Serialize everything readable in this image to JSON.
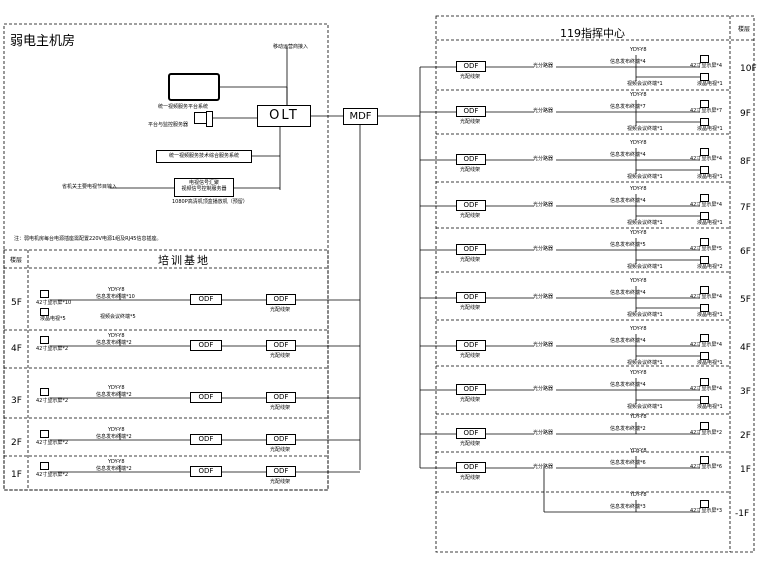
{
  "left_room": {
    "title": "弱电主机房",
    "olt_label": "OLT",
    "mdf_label": "MDF",
    "telecom_in": "移动运营商接入",
    "platform_label": "统一视频服务平台系统",
    "mgmt_label": "平台与监控服务器",
    "video_platform_label": "统一视频服务技术综合服务系统",
    "terminal_label1": "电视信号汇聚",
    "terminal_label2": "视频信号控制服务器",
    "terminal_label3": "1080P高清机顶盒播放机（预留）",
    "ext_in": "省机关主要电视节目输入",
    "note": "注：弱电机房每台电源插座需配置220V电源1组及RJ45信息插座。"
  },
  "training": {
    "title": "培训基地",
    "floor_header": "楼层",
    "odf": "ODF",
    "rows": [
      {
        "floor": "5F",
        "disp": "42寸显示屏*10",
        "player": "信息发布终端*10",
        "disp2": "液晶电视*5",
        "player2": "视频会议终端*5",
        "odf": "ODF",
        "odf2": "ODF",
        "box_label": "光配线架"
      },
      {
        "floor": "4F",
        "disp": "42寸显示屏*2",
        "player": "信息发布终端*2",
        "odf": "ODF",
        "odf2": "ODF",
        "box_label": "光配线架"
      },
      {
        "floor": "3F",
        "disp": "42寸显示屏*2",
        "player": "信息发布终端*2",
        "odf": "ODF",
        "odf2": "ODF",
        "box_label": "光配线架"
      },
      {
        "floor": "2F",
        "disp": "42寸显示屏*2",
        "player": "信息发布终端*2",
        "odf": "ODF",
        "odf2": "ODF",
        "box_label": "光配线架"
      },
      {
        "floor": "1F",
        "disp": "42寸显示屏*2",
        "player": "信息发布终端*2",
        "odf": "ODF",
        "odf2": "ODF",
        "box_label": "光配线架"
      }
    ]
  },
  "command": {
    "title": "119指挥中心",
    "floor_header": "楼层",
    "rows": [
      {
        "floor": "10F",
        "player": "信息发布终端*4",
        "disp": "42寸显示屏*4",
        "odf": "ODF",
        "pon": "光分路器",
        "box_label": "光配线架",
        "tv": "液晶电视*1",
        "conf": "视频会议终端*1"
      },
      {
        "floor": "9F",
        "player": "信息发布终端*7",
        "disp": "42寸显示屏*7",
        "odf": "ODF",
        "pon": "光分路器",
        "box_label": "光配线架",
        "tv": "液晶电视*1",
        "conf": "视频会议终端*1"
      },
      {
        "floor": "8F",
        "player": "信息发布终端*4",
        "disp": "42寸显示屏*4",
        "odf": "ODF",
        "pon": "光分路器",
        "box_label": "光配线架",
        "tv": "液晶电视*1",
        "conf": "视频会议终端*1"
      },
      {
        "floor": "7F",
        "player": "信息发布终端*4",
        "disp": "42寸显示屏*4",
        "odf": "ODF",
        "pon": "光分路器",
        "box_label": "光配线架",
        "tv": "液晶电视*1",
        "conf": "视频会议终端*1"
      },
      {
        "floor": "6F",
        "player": "信息发布终端*5",
        "disp": "42寸显示屏*5",
        "odf": "ODF",
        "pon": "光分路器",
        "box_label": "光配线架",
        "tv": "液晶电视*2",
        "conf": "视频会议终端*1"
      },
      {
        "floor": "5F",
        "player": "信息发布终端*4",
        "disp": "42寸显示屏*4",
        "odf": "ODF",
        "pon": "光分路器",
        "box_label": "光配线架",
        "tv": "液晶电视*1",
        "conf": "视频会议终端*1"
      },
      {
        "floor": "4F",
        "player": "信息发布终端*4",
        "disp": "42寸显示屏*4",
        "odf": "ODF",
        "pon": "光分路器",
        "box_label": "光配线架",
        "tv": "液晶电视*1",
        "conf": "视频会议终端*1"
      },
      {
        "floor": "3F",
        "player": "信息发布终端*4",
        "disp": "42寸显示屏*4",
        "odf": "ODF",
        "pon": "光分路器",
        "box_label": "光配线架",
        "tv": "液晶电视*1",
        "conf": "视频会议终端*1"
      },
      {
        "floor": "2F",
        "player": "信息发布终端*2",
        "disp": "42寸显示屏*2",
        "odf": "ODF",
        "pon": "光分路器",
        "box_label": "光配线架",
        "tv": "",
        "conf": ""
      },
      {
        "floor": "1F",
        "player": "信息发布终端*6",
        "disp": "42寸显示屏*6",
        "odf": "ODF",
        "pon": "光分路器",
        "box_label": "光配线架",
        "tv": "",
        "conf": ""
      },
      {
        "floor": "-1F",
        "player": "信息发布终端*3",
        "disp": "42寸显示屏*3",
        "odf": "",
        "pon": "",
        "box_label": "",
        "tv": "",
        "conf": ""
      }
    ],
    "top_label": "YDY-Y8"
  }
}
